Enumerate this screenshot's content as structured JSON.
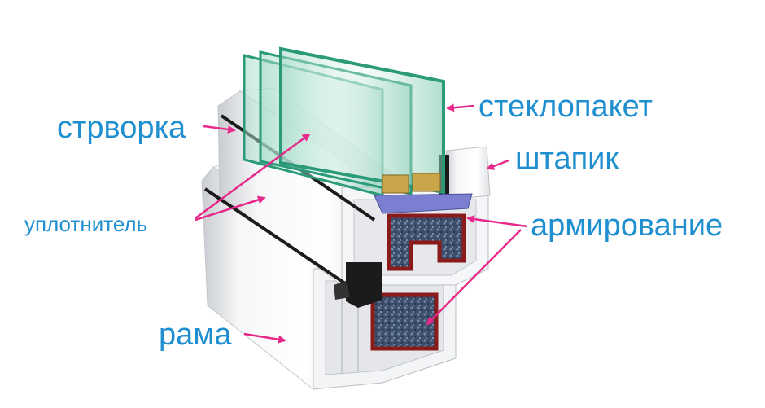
{
  "labels": {
    "sash": "стрворка",
    "gasket": "уплотнитель",
    "frame": "рама",
    "glazing_unit": "стеклопакет",
    "glazing_bead": "штапик",
    "reinforcement": "армирование"
  },
  "colors": {
    "label_text": "#1f8fd0",
    "arrow": "#e6298a",
    "pvc_white": "#eef0f2",
    "glass_edge": "#2a9a78",
    "steel_red": "#8b1a1a",
    "seal_black": "#1b1b1b",
    "spacer_blue": "#7b7fd2"
  }
}
